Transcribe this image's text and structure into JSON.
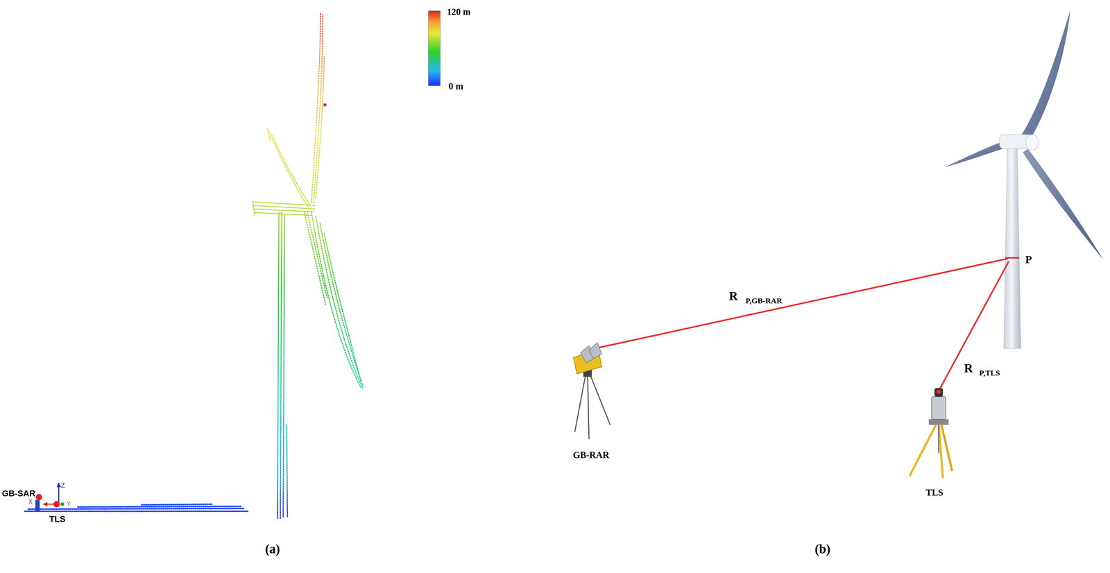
{
  "diagram": {
    "labels": [
      "120 m",
      "0 m",
      "Z",
      "X",
      "Y",
      "GB-SAR",
      "TLS",
      "(a)",
      "R",
      "P,GB-RAR",
      "P",
      "R",
      "P,TLS",
      "GB-RAR",
      "TLS",
      "(b)"
    ]
  }
}
